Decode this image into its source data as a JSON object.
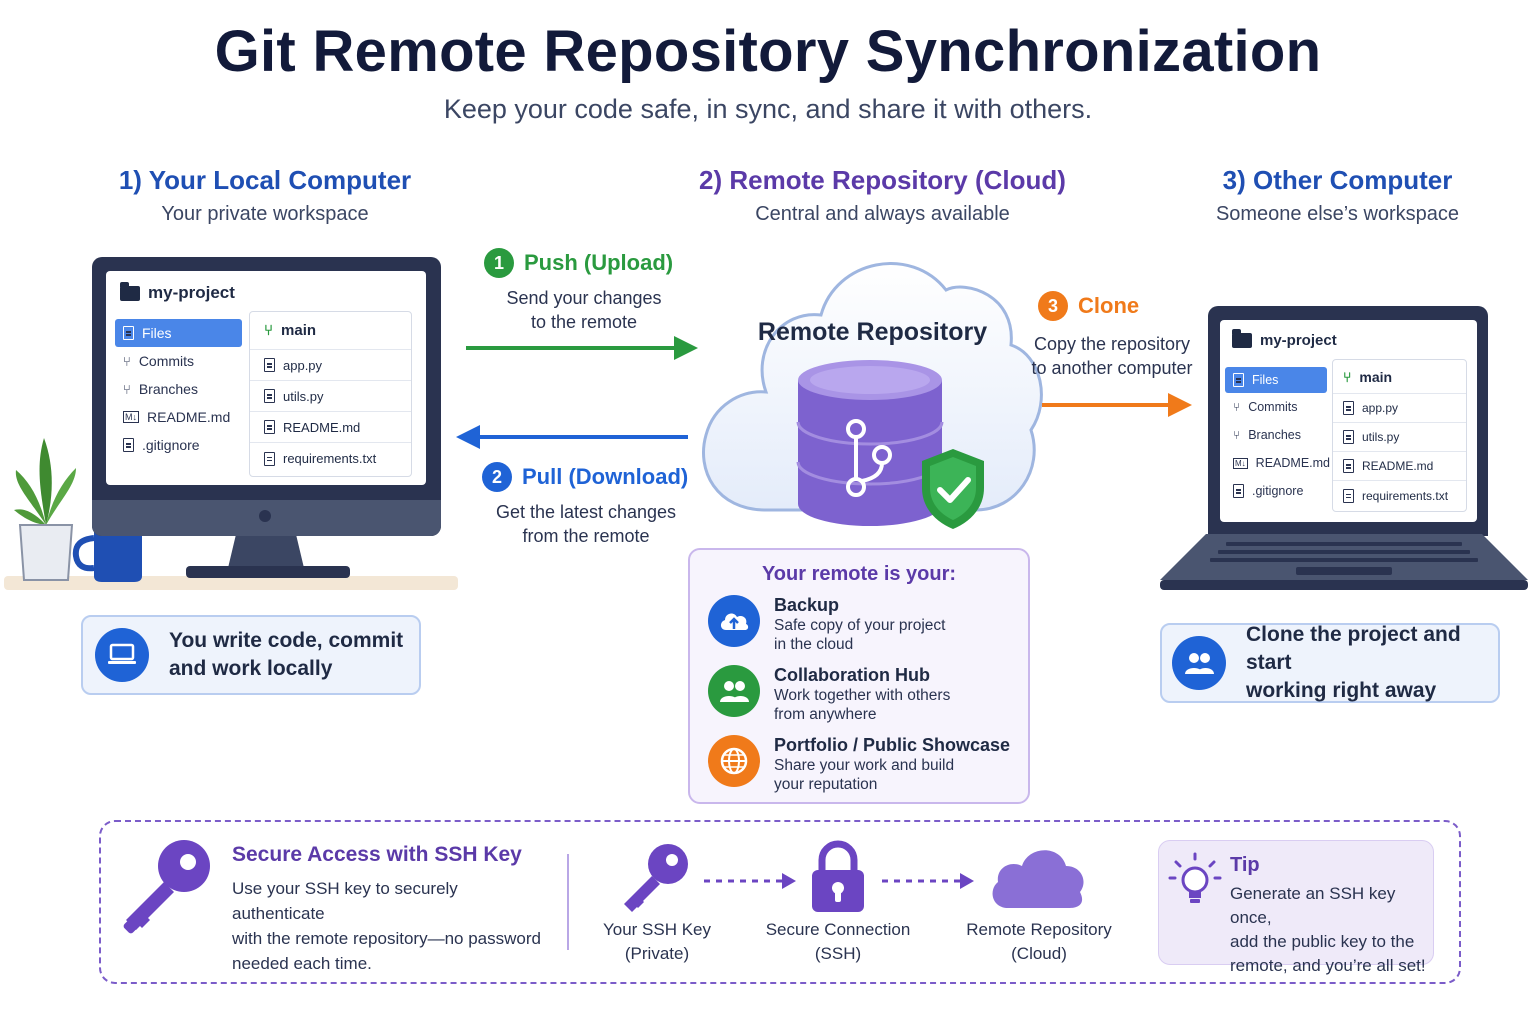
{
  "title": "Git Remote Repository Synchronization",
  "subtitle": "Keep your code safe, in sync, and share it with others.",
  "columns": {
    "local": {
      "heading": "1) Your Local Computer",
      "sub": "Your private workspace",
      "color": "#1f4fb3"
    },
    "remote": {
      "heading": "2) Remote Repository (Cloud)",
      "sub": "Central and always available",
      "color": "#5b3aa8"
    },
    "other": {
      "heading": "3) Other Computer",
      "sub": "Someone else’s workspace",
      "color": "#1f4fb3"
    }
  },
  "project": {
    "name": "my-project",
    "sidebar": [
      "Files",
      "Commits",
      "Branches",
      "README.md",
      ".gitignore"
    ],
    "branch": "main",
    "files": [
      "app.py",
      "utils.py",
      "README.md",
      "requirements.txt"
    ]
  },
  "steps": {
    "push": {
      "num": "1",
      "label": "Push (Upload)",
      "desc1": "Send your changes",
      "desc2": "to the remote",
      "color": "#2a9a3f"
    },
    "pull": {
      "num": "2",
      "label": "Pull (Download)",
      "desc1": "Get the latest changes",
      "desc2": "from the remote",
      "color": "#1f63d6"
    },
    "clone": {
      "num": "3",
      "label": "Clone",
      "desc1": "Copy the repository",
      "desc2": "to another computer",
      "color": "#f07a1a"
    }
  },
  "cloud_label": "Remote Repository",
  "local_box": {
    "line1": "You write code, commit",
    "line2": "and work locally"
  },
  "other_box": {
    "line1": "Clone the project and start",
    "line2": "working right away"
  },
  "remote_card": {
    "title": "Your remote is your:",
    "items": [
      {
        "title": "Backup",
        "desc1": "Safe copy of your project",
        "desc2": "in the cloud",
        "icon": "cloud-upload-icon",
        "color": "#1f63d6"
      },
      {
        "title": "Collaboration Hub",
        "desc1": "Work together with others",
        "desc2": "from anywhere",
        "icon": "people-icon",
        "color": "#2a9a3f"
      },
      {
        "title": "Portfolio / Public Showcase",
        "desc1": "Share your work and build",
        "desc2": "your reputation",
        "icon": "globe-icon",
        "color": "#f07a1a"
      }
    ]
  },
  "ssh": {
    "title": "Secure Access with SSH Key",
    "desc1": "Use your SSH key to securely authenticate",
    "desc2": "with the remote repository—no password",
    "desc3": "needed each time.",
    "flow": [
      {
        "l1": "Your SSH Key",
        "l2": "(Private)"
      },
      {
        "l1": "Secure Connection",
        "l2": "(SSH)"
      },
      {
        "l1": "Remote Repository",
        "l2": "(Cloud)"
      }
    ]
  },
  "tip": {
    "title": "Tip",
    "l1": "Generate an SSH key once,",
    "l2": "add the public key to the",
    "l3": "remote, and you’re all set!"
  }
}
